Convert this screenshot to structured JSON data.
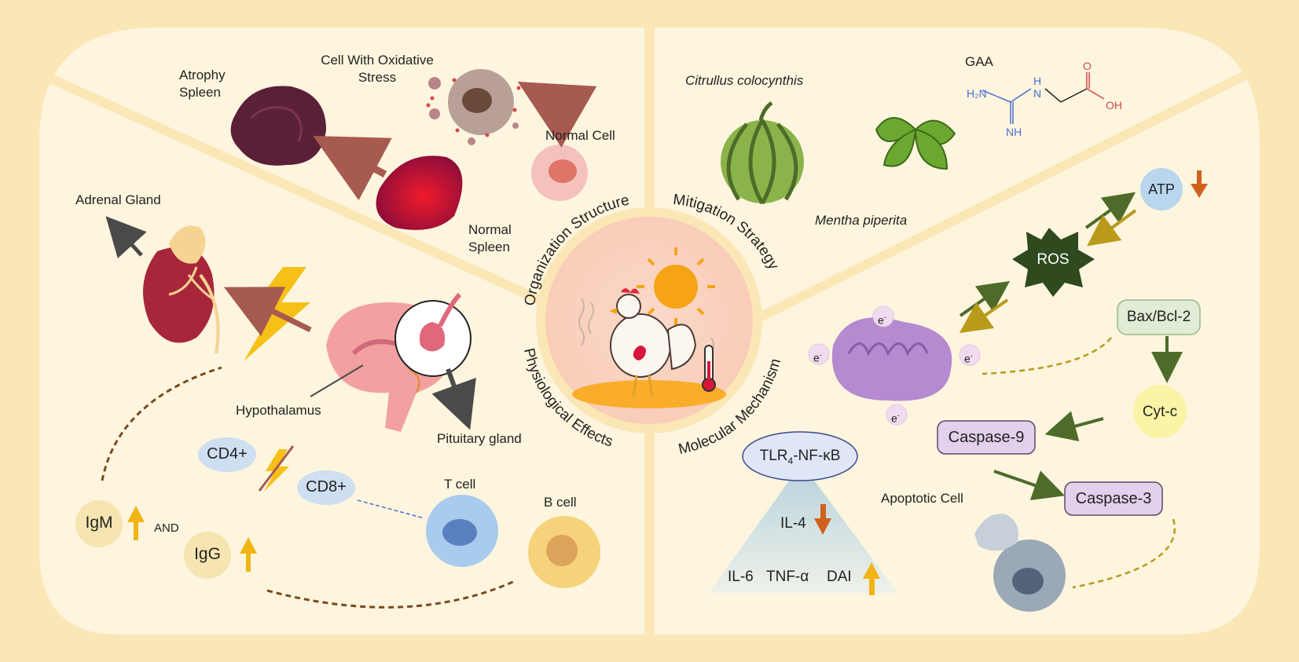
{
  "sections": {
    "organization": "Organization Structure",
    "mitigation": "Mitigation Strategy",
    "physiological": "Physiological Effects",
    "molecular": "Molecular Mechanism"
  },
  "organization": {
    "atrophy_spleen": "Atrophy\nSpleen",
    "oxidative_cell": "Cell With Oxidative\nStress",
    "normal_cell": "Normal Cell",
    "normal_spleen": "Normal\nSpleen"
  },
  "mitigation": {
    "citrullus": "Citrullus colocynthis",
    "mentha": "Mentha piperita",
    "gaa": "GAA",
    "gaa_h2n": "H₂N",
    "gaa_nh_top": "H",
    "gaa_n": "N",
    "gaa_nh_bottom": "NH",
    "gaa_o": "O",
    "gaa_oh": "OH"
  },
  "physiological": {
    "adrenal": "Adrenal Gland",
    "hypothalamus": "Hypothalamus",
    "pituitary": "Pituitary gland",
    "cd4": "CD4+",
    "cd8": "CD8+",
    "tcell": "T cell",
    "bcell": "B cell",
    "igm": "IgM",
    "igg": "IgG",
    "and": "AND"
  },
  "molecular": {
    "atp": "ATP",
    "ros": "ROS",
    "bax": "Bax/Bcl-2",
    "cytc": "Cyt-c",
    "casp9": "Caspase-9",
    "casp3": "Caspase-3",
    "apoptotic": "Apoptotic Cell",
    "tlr_main": "TLR",
    "tlr_sub": "4",
    "tlr_rest": "-NF-κB",
    "il4": "IL-4",
    "il6": "IL-6",
    "tnf": "TNF-α",
    "dai": "DAI",
    "electron": "e"
  },
  "colors": {
    "background": "#fbe7b5",
    "panel": "#fdf5de",
    "arrow_up": "#f2b415",
    "arrow_down": "#d0611c",
    "dark_green": "#4f6b2a",
    "dashed_brown": "#7a4a1c"
  }
}
